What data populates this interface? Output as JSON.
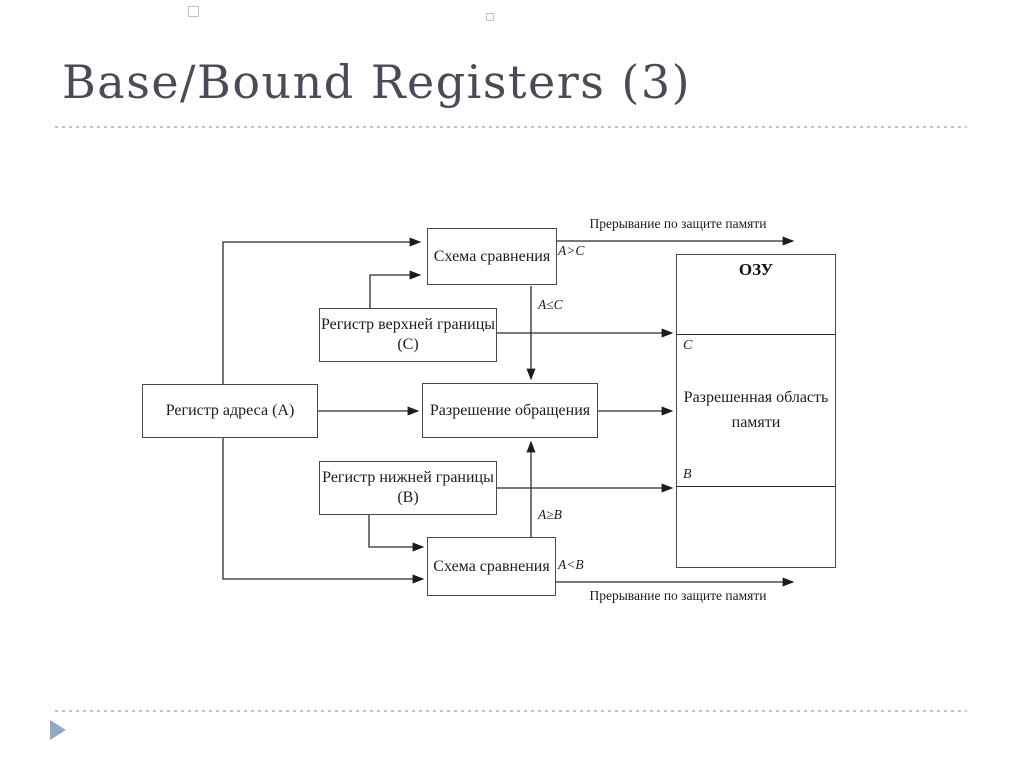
{
  "slide": {
    "title": "Base/Bound Registers (3)"
  },
  "diagram": {
    "boxes": {
      "comparator_top": "Схема сравнения",
      "upper_bound_register": "Регистр верхней границы (C)",
      "address_register": "Регистр адреса (A)",
      "access_permission": "Разрешение обращения",
      "lower_bound_register": "Регистр нижней границы (B)",
      "comparator_bottom": "Схема сравнения",
      "ram_title": "ОЗУ",
      "allowed_region": "Разрешенная область памяти"
    },
    "labels": {
      "interrupt_top": "Прерывание по защите памяти",
      "interrupt_bottom": "Прерывание по защите памяти",
      "cond_top_out": "A>C",
      "cond_top_pass": "A≤C",
      "cond_bottom_pass": "A≥B",
      "cond_bottom_out": "A<B",
      "ram_upper_mark": "C",
      "ram_lower_mark": "B"
    }
  },
  "colors": {
    "title_text": "#4b4b57",
    "dotted_accent": "#b9c6d4",
    "footer_triangle": "#8fa9c6",
    "diagram_line": "#2b2b2b"
  }
}
